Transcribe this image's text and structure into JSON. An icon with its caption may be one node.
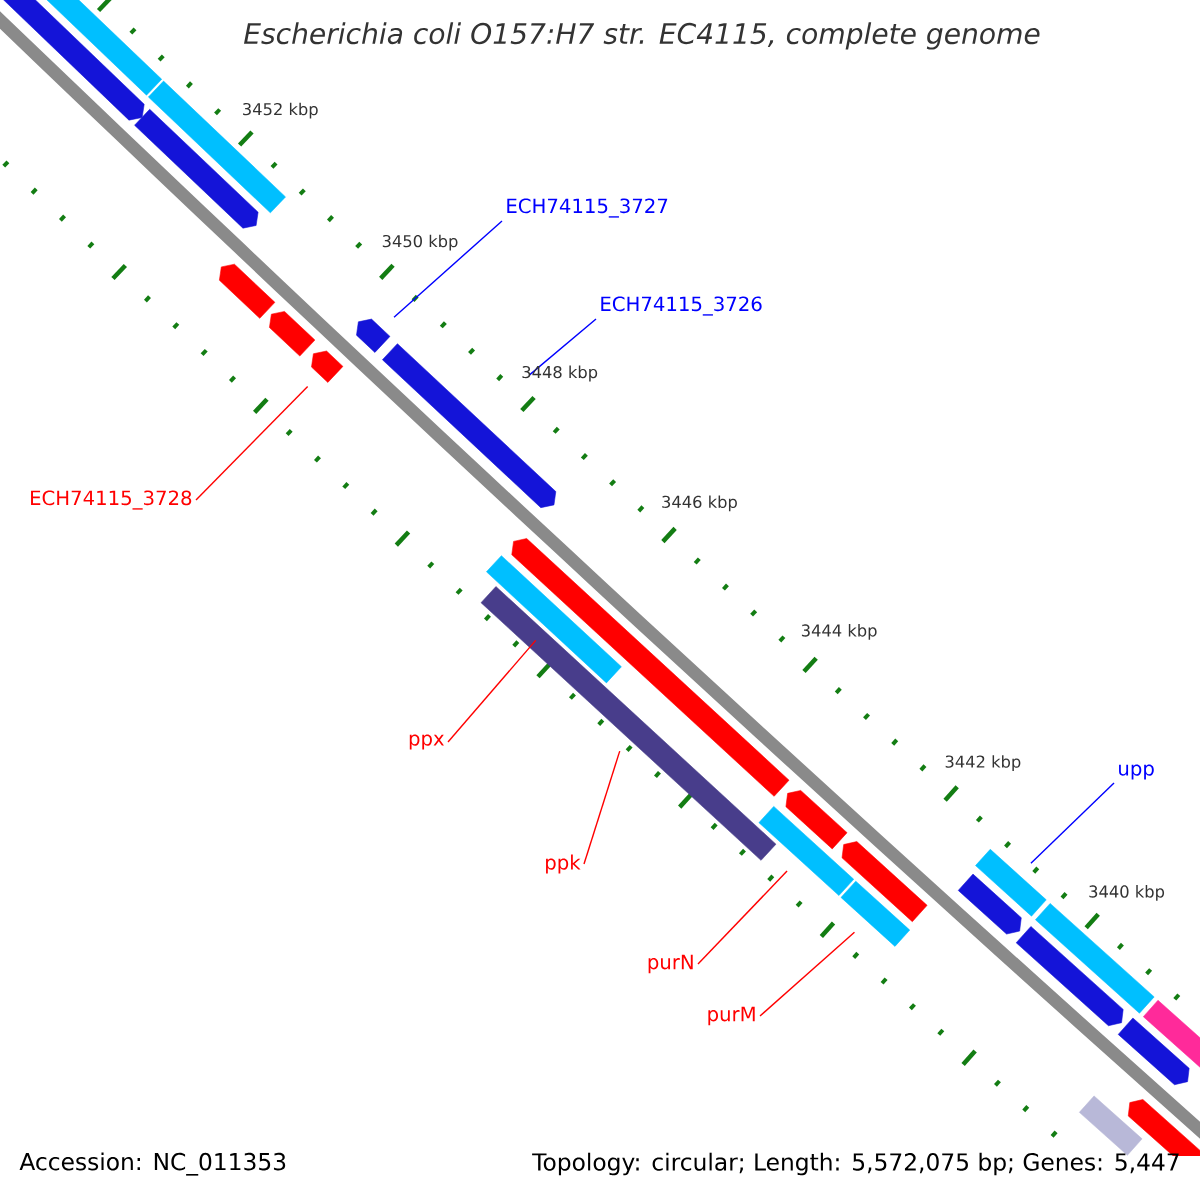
{
  "diagram": {
    "title": "Escherichia coli O157:H7 str. EC4115, complete genome",
    "nodes": [
      {
        "text": [
          "ECH74115_3727"
        ]
      },
      {
        "text": [
          "ECH74115_3726"
        ]
      },
      {
        "text": [
          "ECH74115_3728"
        ]
      },
      {
        "text": [
          "ppx"
        ]
      },
      {
        "text": [
          "upp"
        ]
      },
      {
        "text": [
          "ppk"
        ]
      },
      {
        "text": [
          "purN"
        ]
      },
      {
        "text": [
          "purM"
        ]
      },
      {
        "text": [],
        "shape": "arrow"
      },
      {
        "text": [],
        "shape": "box"
      },
      {
        "text": [],
        "shape": "arrow"
      },
      {
        "text": [],
        "shape": "box"
      },
      {
        "text": [],
        "shape": "arrow"
      },
      {
        "text": [],
        "shape": "arrow"
      },
      {
        "text": [],
        "shape": "arrow"
      },
      {
        "text": [],
        "shape": "arrow"
      },
      {
        "text": [],
        "shape": "arrow"
      },
      {
        "text": [],
        "shape": "box"
      },
      {
        "text": [],
        "shape": "box"
      },
      {
        "text": [],
        "shape": "arrow"
      },
      {
        "text": [],
        "shape": "box"
      },
      {
        "text": [],
        "shape": "arrow"
      },
      {
        "text": [],
        "shape": "box"
      },
      {
        "text": [],
        "shape": "arrow"
      },
      {
        "text": [],
        "shape": "arrow"
      },
      {
        "text": [],
        "shape": "box"
      },
      {
        "text": [],
        "shape": "arrow"
      },
      {
        "text": [],
        "shape": "box"
      },
      {
        "text": [],
        "shape": "arrow"
      },
      {
        "text": [],
        "shape": "box"
      },
      {
        "text": [],
        "shape": "arrow"
      },
      {
        "text": [],
        "shape": "box"
      }
    ],
    "edges": [
      {
        "from": 0,
        "to": 15,
        "arrow": "none",
        "color": "#0000ff"
      },
      {
        "from": 1,
        "to": 16,
        "arrow": "none",
        "color": "#0000ff"
      },
      {
        "from": 2,
        "to": 14,
        "arrow": "none"
      },
      {
        "from": 3,
        "to": 17,
        "arrow": "none"
      },
      {
        "from": 4,
        "to": 25,
        "arrow": "none",
        "color": "#0000ff"
      },
      {
        "from": 5,
        "to": 18,
        "arrow": "none"
      },
      {
        "from": 6,
        "to": 20,
        "arrow": "none"
      },
      {
        "from": 7,
        "to": 22,
        "arrow": "none"
      }
    ],
    "labels": [
      "3452 kbp",
      "3450 kbp",
      "3448 kbp",
      "3446 kbp",
      "3444 kbp",
      "3442 kbp",
      "3440 kbp",
      "Accession: NC_011353",
      "Topology: circular; Length: 5,572,075 bp; Genes: 5,447"
    ]
  }
}
